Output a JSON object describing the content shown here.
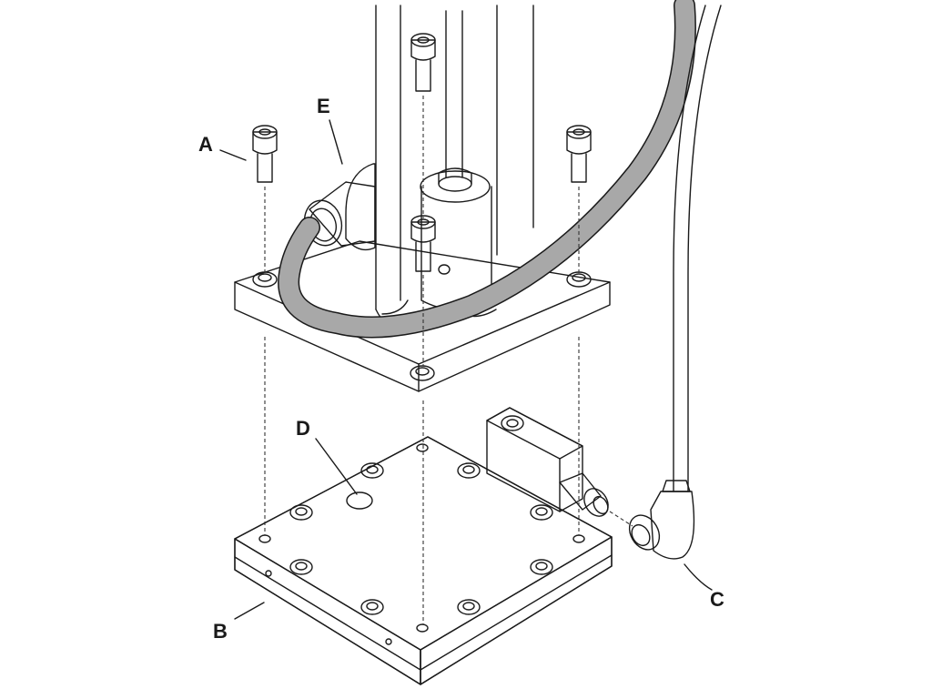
{
  "labels": {
    "A": "A",
    "B": "B",
    "C": "C",
    "D": "D",
    "E": "E"
  },
  "colors": {
    "part_yellow": "#F5B800",
    "part_yellow_dark": "#D89C00",
    "part_yellow_light": "#FFD24A",
    "cable_gray": "#A8A8A8",
    "outline": "#1a1a1a",
    "background": "#FFFFFF"
  }
}
